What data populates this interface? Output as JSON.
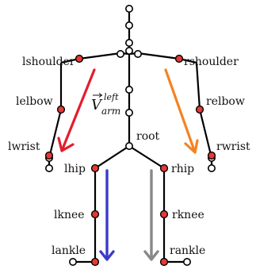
{
  "labels": {
    "lshoulder": "lshoulder",
    "rshoulder": "rshoulder",
    "lelbow": "lelbow",
    "relbow": "relbow",
    "lwrist": "lwrist",
    "rwrist": "rwrist",
    "root": "root",
    "lhip": "lhip",
    "rhip": "rhip",
    "lknee": "lknee",
    "rknee": "rknee",
    "lankle": "lankle",
    "rankle": "rankle"
  },
  "formula": {
    "symbol": "V",
    "superscript": "left",
    "subscript": "arm"
  },
  "colors": {
    "joint_red": "#e53935",
    "left_arm_arrow": "#e31e2d",
    "right_arm_arrow": "#f58220",
    "left_leg_arrow": "#3b3bc9",
    "right_leg_arrow": "#888888"
  }
}
